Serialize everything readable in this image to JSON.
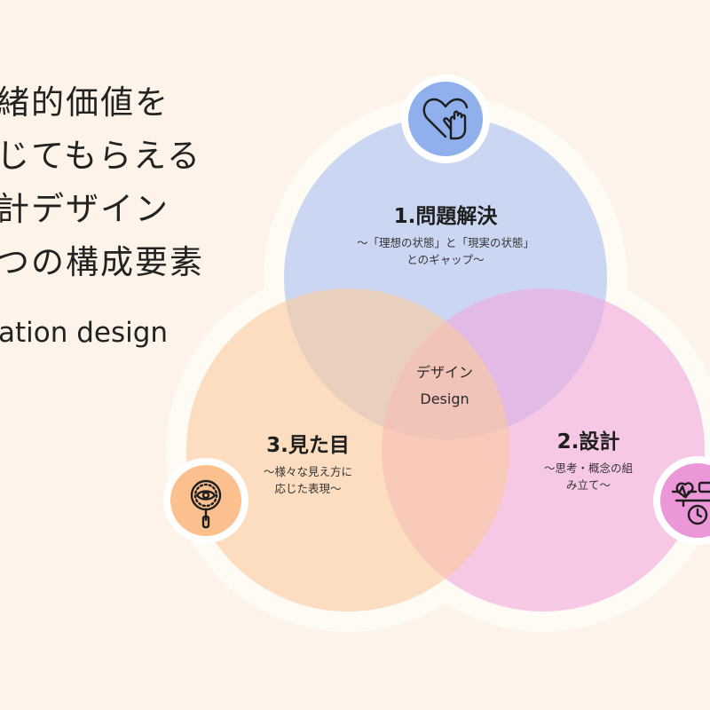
{
  "title": {
    "lines": [
      "緒的価値を",
      "じてもらえる",
      "計デザイン",
      "つの構成要素"
    ],
    "subtitle": "ation design"
  },
  "venn": {
    "center": {
      "label_ja": "デザイン",
      "label_en": "Design"
    },
    "circles": [
      {
        "heading": "1.問題解決",
        "desc_lines": [
          "〜「理想の状態」と「現実の状態」",
          "とのギャップ〜"
        ],
        "color": "#a9bff0",
        "icon": "heart-hand-icon",
        "icon_color": "#8fb0ec"
      },
      {
        "heading": "2.設計",
        "desc_lines": [
          "〜思考・概念の組",
          "み立て〜"
        ],
        "color": "#f0a6dc",
        "icon": "heart-scale-clock-icon",
        "icon_color": "#ec97d8"
      },
      {
        "heading": "3.見た目",
        "desc_lines": [
          "〜様々な見え方に",
          "応じた表現〜"
        ],
        "color": "#fcc99b",
        "icon": "eye-magnifier-icon",
        "icon_color": "#fbc08e"
      }
    ]
  }
}
